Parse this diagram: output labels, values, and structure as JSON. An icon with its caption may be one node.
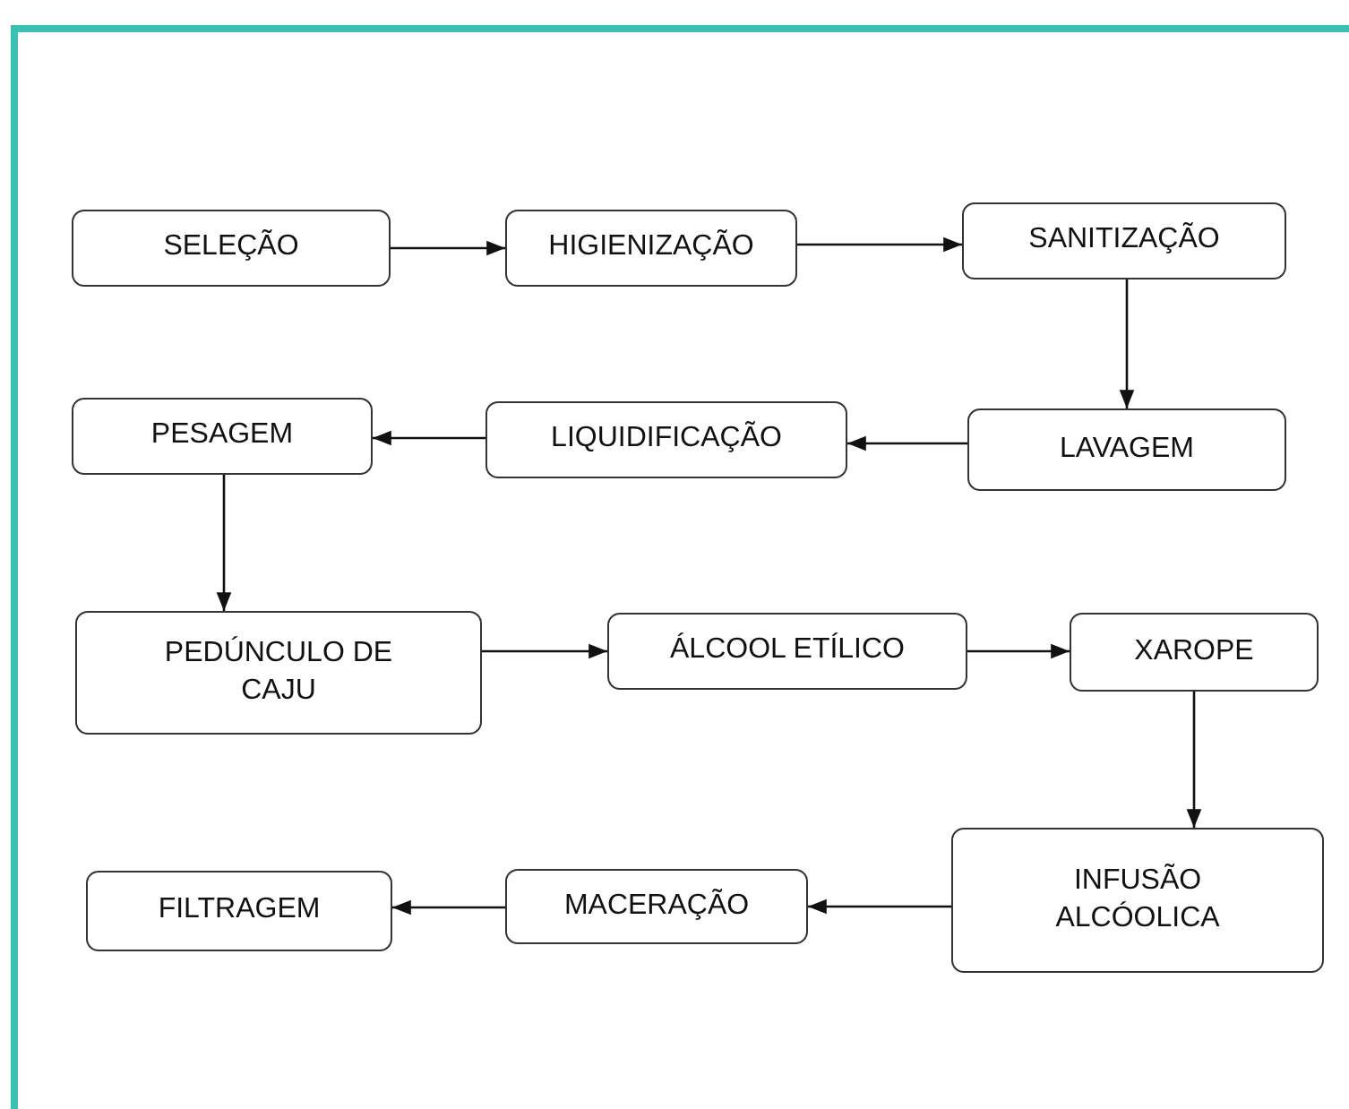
{
  "diagram": {
    "nodes": [
      {
        "text": [
          "SELEÇÃO"
        ]
      },
      {
        "text": [
          "HIGIENIZAÇÃO"
        ]
      },
      {
        "text": [
          "SANITIZAÇÃO"
        ]
      },
      {
        "text": [
          "LAVAGEM"
        ]
      },
      {
        "text": [
          "LIQUIDIFICAÇÃO"
        ]
      },
      {
        "text": [
          "PESAGEM"
        ]
      },
      {
        "text": [
          "PEDÚNCULO DE CAJU"
        ]
      },
      {
        "text": [
          "ÁLCOOL ETÍLICO"
        ]
      },
      {
        "text": [
          "XAROPE"
        ]
      },
      {
        "text": [
          "INFUSÃO ALCÓOLICA"
        ]
      },
      {
        "text": [
          "MACERAÇÃO"
        ]
      },
      {
        "text": [
          "FILTRAGEM"
        ]
      }
    ],
    "edges": [
      {
        "from": 0,
        "to": 1,
        "arrow": "to"
      },
      {
        "from": 1,
        "to": 2,
        "arrow": "to"
      },
      {
        "from": 2,
        "to": 3,
        "arrow": "to"
      },
      {
        "from": 3,
        "to": 4,
        "arrow": "to"
      },
      {
        "from": 4,
        "to": 5,
        "arrow": "to"
      },
      {
        "from": 5,
        "to": 6,
        "arrow": "to"
      },
      {
        "from": 6,
        "to": 7,
        "arrow": "to"
      },
      {
        "from": 7,
        "to": 8,
        "arrow": "to"
      },
      {
        "from": 8,
        "to": 9,
        "arrow": "to"
      },
      {
        "from": 9,
        "to": 10,
        "arrow": "to"
      },
      {
        "from": 10,
        "to": 11,
        "arrow": "to"
      }
    ]
  }
}
